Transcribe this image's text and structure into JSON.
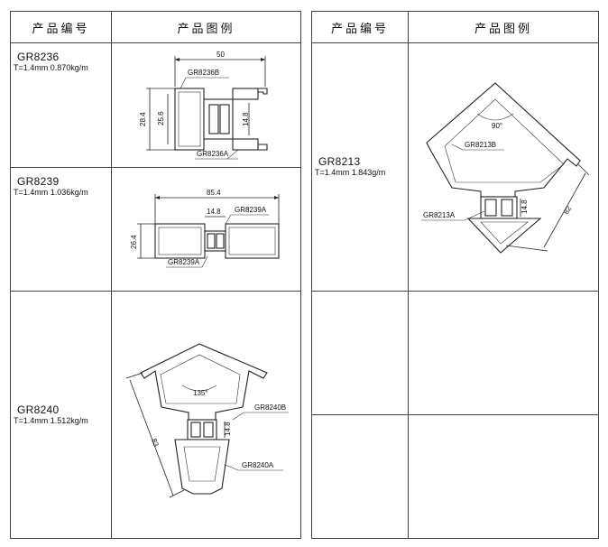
{
  "header": {
    "col_code": "产品编号",
    "col_figure": "产品图例"
  },
  "left_rows": [
    {
      "code": "GR8236",
      "spec": "T=1.4mm  0.870kg/m",
      "labels": [
        "GR8236B",
        "GR8236A"
      ],
      "dims": [
        "50",
        "28.4",
        "25.6",
        "14.8"
      ]
    },
    {
      "code": "GR8239",
      "spec": "T=1.4mm  1.036kg/m",
      "labels": [
        "GR8239A",
        "GR8239A"
      ],
      "dims": [
        "85.4",
        "14.8",
        "26.4"
      ]
    },
    {
      "code": "GR8240",
      "spec": "T=1.4mm  1.512kg/m",
      "labels": [
        "GR8240B",
        "GR8240A"
      ],
      "dims": [
        "135°",
        "14.8",
        "83"
      ]
    }
  ],
  "right_rows": [
    {
      "code": "GR8213",
      "spec": "T=1.4mm  1.843g/m",
      "labels": [
        "GR8213B",
        "GR8213A"
      ],
      "dims": [
        "90°",
        "14.8",
        "82"
      ]
    }
  ]
}
